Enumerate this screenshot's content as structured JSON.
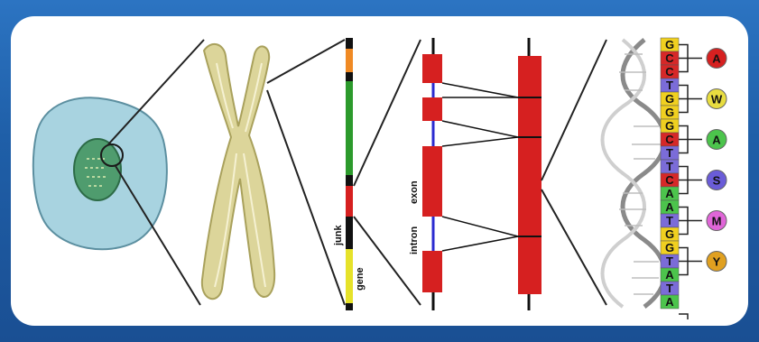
{
  "labels": {
    "junk": "junk",
    "gene": "gene",
    "exon": "exon",
    "intron": "intron"
  },
  "dna_sequence": [
    "G",
    "C",
    "C",
    "T",
    "G",
    "G",
    "G",
    "C",
    "T",
    "T",
    "C",
    "A",
    "A",
    "T",
    "G",
    "G",
    "T",
    "A",
    "T",
    "A"
  ],
  "amino_acids": [
    "A",
    "W",
    "A",
    "S",
    "M",
    "Y"
  ],
  "colors": {
    "background_blue": "#1f5fa8",
    "cell": "#a8d3e0",
    "nucleus": "#4a9a6a",
    "chromosome": "#dcd59a",
    "exon": "#d62020",
    "intron_line": "#2b2bd0",
    "A": "#4cc44c",
    "C": "#d62828",
    "G": "#f0d020",
    "T": "#7b6cd8"
  }
}
